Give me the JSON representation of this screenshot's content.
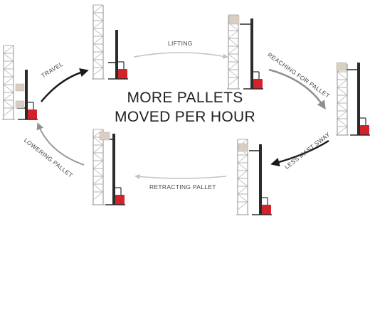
{
  "headline": {
    "line1": "MORE PALLETS",
    "line2": "MOVED PER HOUR"
  },
  "steps": [
    {
      "id": "travel",
      "label": "TRAVEL",
      "emphasis": true
    },
    {
      "id": "lifting",
      "label": "LIFTING",
      "emphasis": false
    },
    {
      "id": "reaching",
      "label": "REACHING FOR PALLET",
      "emphasis": false
    },
    {
      "id": "less-sway",
      "label": "LESS MAST SWAY",
      "emphasis": true
    },
    {
      "id": "retracting",
      "label": "RETRACTING PALLET",
      "emphasis": false
    },
    {
      "id": "lowering",
      "label": "LOWERING PALLET",
      "emphasis": false
    }
  ],
  "colors": {
    "truck_red": "#d2232a",
    "rack": "#a8a8a8",
    "mast": "#2b2b2b",
    "pallet": "#d8cfc2",
    "arrow_dark": "#1a1a1a",
    "arrow_light": "#c4c4c4",
    "arrow_mid": "#8e8e8e"
  }
}
